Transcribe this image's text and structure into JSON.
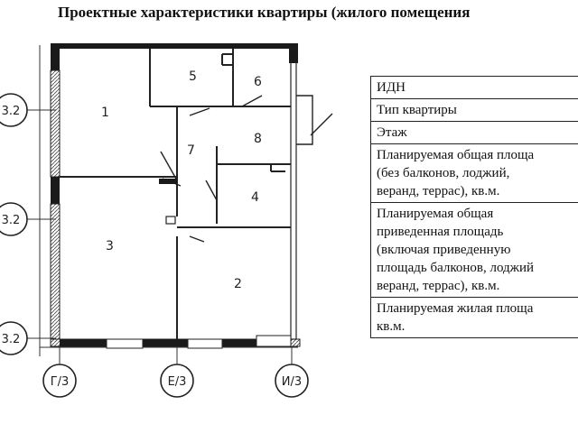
{
  "page": {
    "title": "Проектные характеристики квартиры (жилого помещения"
  },
  "floorplan": {
    "rooms": [
      "1",
      "2",
      "3",
      "4",
      "5",
      "6",
      "7",
      "8"
    ],
    "axis_left": [
      "3.2",
      "3.2",
      "3.2"
    ],
    "axis_bottom": [
      "Г/3",
      "Е/3",
      "И/3"
    ]
  },
  "spec_table": {
    "rows": [
      [
        "ИДН"
      ],
      [
        "Тип квартиры"
      ],
      [
        "Этаж"
      ],
      [
        "Планируемая общая площа",
        "(без балконов, лоджий,",
        "веранд, террас), кв.м."
      ],
      [
        "Планируемая общая",
        "приведенная площадь",
        "(включая приведенную",
        "площадь балконов, лоджий",
        "веранд, террас), кв.м."
      ],
      [
        "Планируемая жилая площа",
        "кв.м."
      ]
    ]
  },
  "colors": {
    "line": "#222222",
    "wall_fill": "#1a1a1a"
  }
}
